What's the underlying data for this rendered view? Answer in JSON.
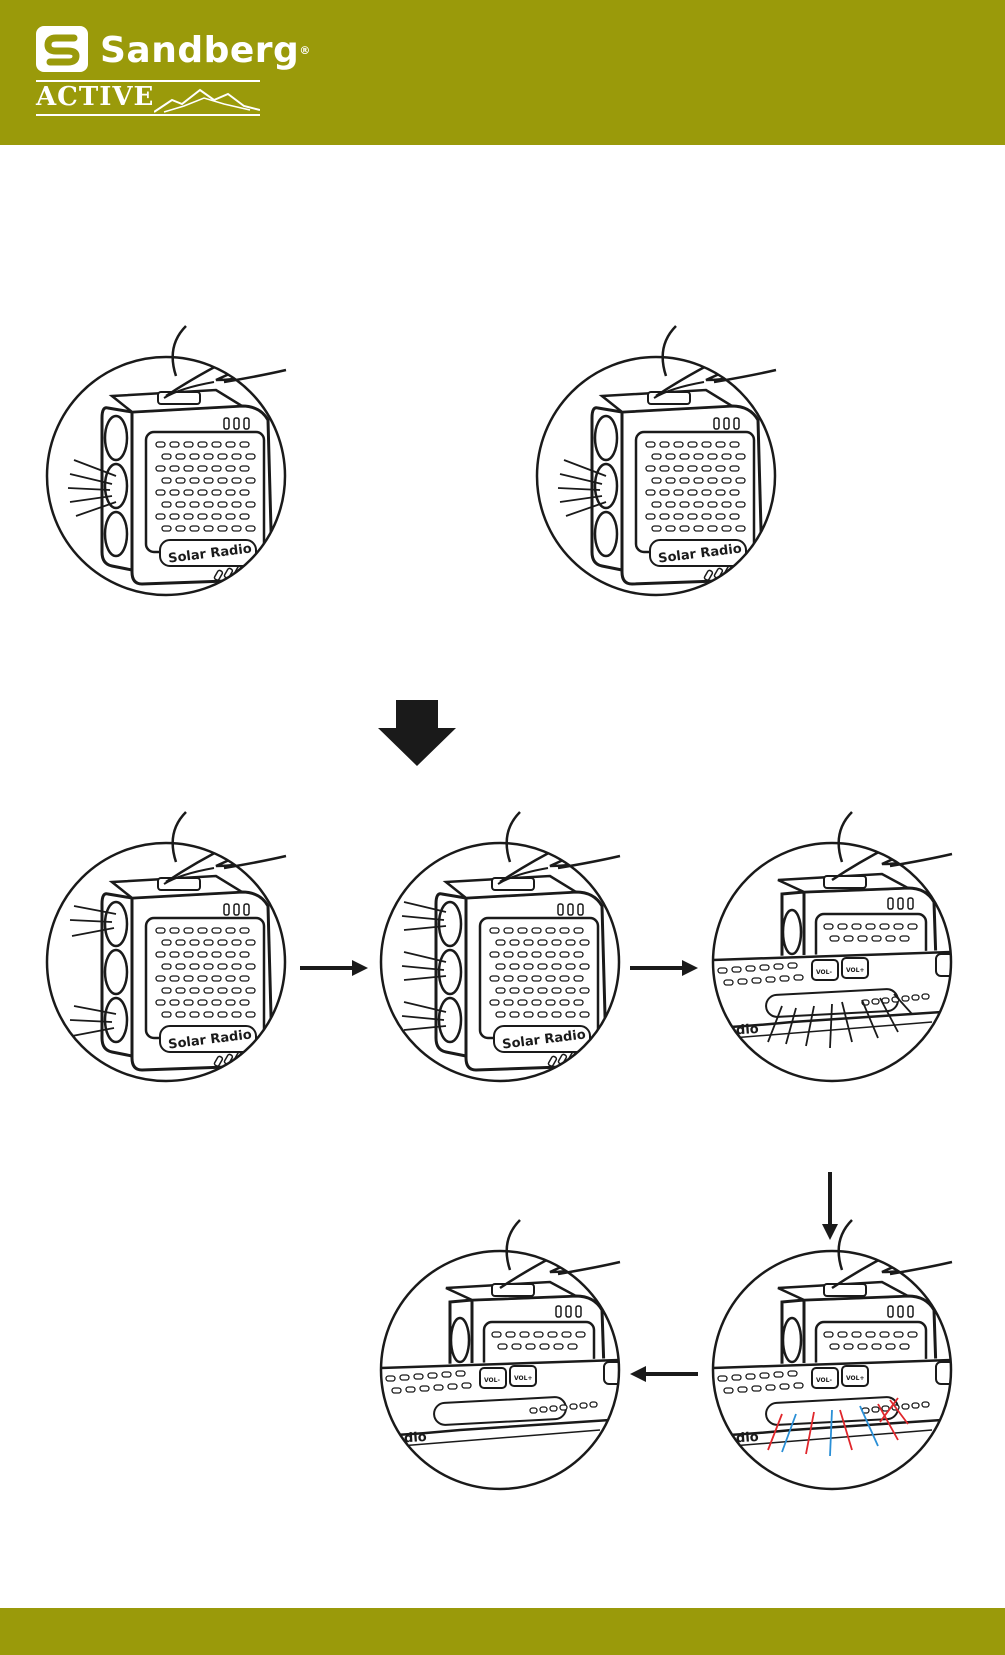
{
  "brand": {
    "name": "Sandberg",
    "registered_mark": "®",
    "sub_brand": "ACTIVE"
  },
  "device": {
    "label": "Solar Radio",
    "vol_label": "VOL-",
    "vol2_label": "VOL+"
  },
  "colors": {
    "brand_green": "#9a9a0a",
    "line": "#1a1a1a",
    "red_lines": "#e0262b",
    "blue_lines": "#2a8fd6"
  }
}
